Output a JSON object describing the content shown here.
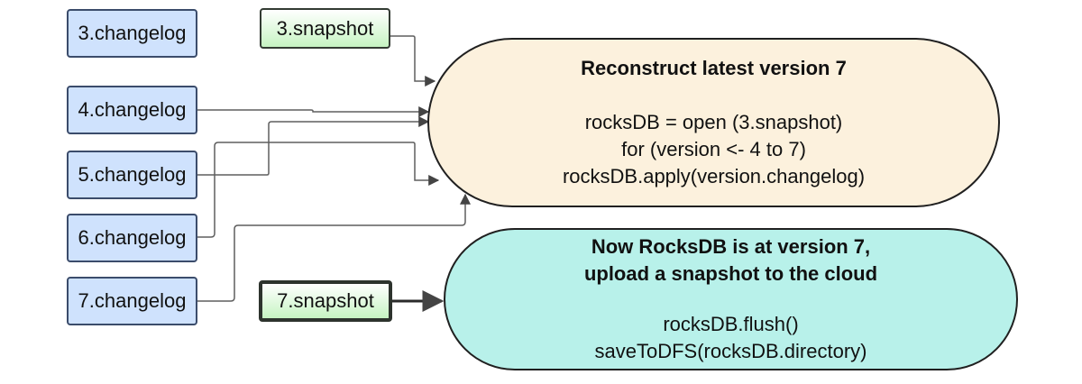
{
  "changelogs": [
    "3.changelog",
    "4.changelog",
    "5.changelog",
    "6.changelog",
    "7.changelog"
  ],
  "snapshot_input": "3.snapshot",
  "snapshot_output": "7.snapshot",
  "reconstruct": {
    "title": "Reconstruct latest version 7",
    "line1": "rocksDB = open (3.snapshot)",
    "line2": "for (version <- 4 to 7)",
    "line3": "rocksDB.apply(version.changelog)"
  },
  "upload": {
    "title1": "Now RocksDB is at version 7,",
    "title2": "upload a snapshot to the cloud",
    "line1": "rocksDB.flush()",
    "line2": "saveToDFS(rocksDB.directory)"
  },
  "colors": {
    "changelog_fill": "#cfe2fd",
    "snapshot_fill": "#c6f4c2",
    "reconstruct_fill": "#fcf1dd",
    "upload_fill": "#b8f1ea",
    "connector": "#5f5f5f"
  }
}
